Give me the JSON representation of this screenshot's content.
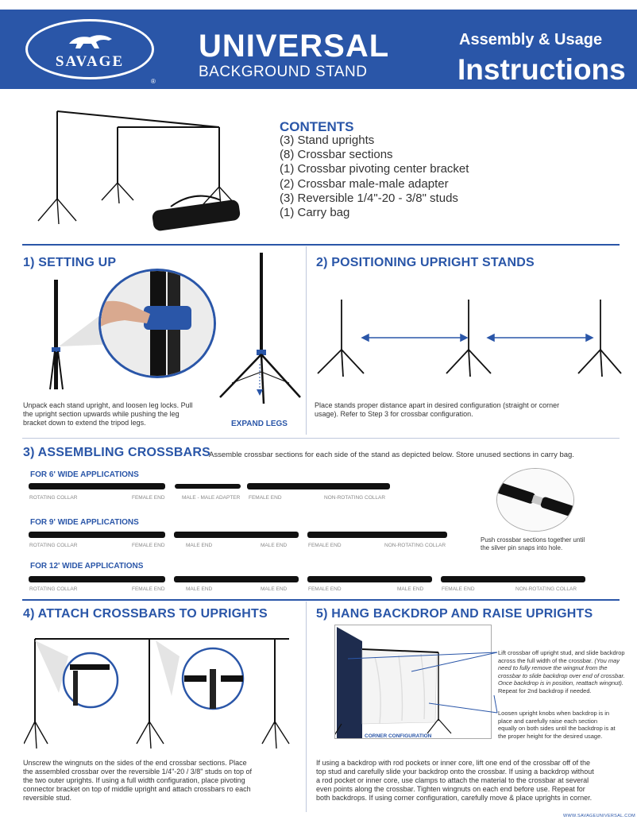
{
  "header": {
    "logo_text": "SAVAGE",
    "registered": "®",
    "title": "UNIVERSAL",
    "subtitle": "BACKGROUND STAND",
    "assembly": "Assembly & Usage",
    "instructions": "Instructions"
  },
  "contents": {
    "title": "CONTENTS",
    "items": [
      "(3) Stand uprights",
      "(8) Crossbar sections",
      "(1) Crossbar pivoting center bracket",
      "(2) Crossbar male-male adapter",
      "(3) Reversible 1/4\"-20 - 3/8\" studs",
      "(1) Carry bag"
    ]
  },
  "step1": {
    "heading": "1) SETTING UP",
    "text": "Unpack each stand upright, and loosen leg locks. Pull the upright section upwards while pushing the leg bracket down to extend the tripod legs.",
    "expand_label": "EXPAND LEGS"
  },
  "step2": {
    "heading": "2) POSITIONING UPRIGHT STANDS",
    "text": "Place stands proper distance apart in desired configuration (straight or corner usage). Refer to Step 3 for crossbar configuration."
  },
  "step3": {
    "heading": "3) ASSEMBLING CROSSBARS",
    "intro": "Assemble crossbar sections for each side of the stand as depicted below. Store unused sections in carry bag.",
    "six_title": "FOR 6' WIDE APPLICATIONS",
    "six_labels": [
      "ROTATING COLLAR",
      "FEMALE END",
      "MALE - MALE ADAPTER",
      "FEMALE END",
      "NON-ROTATING COLLAR"
    ],
    "nine_title": "FOR 9' WIDE APPLICATIONS",
    "nine_labels": [
      "ROTATING COLLAR",
      "FEMALE END",
      "MALE END",
      "MALE END",
      "FEMALE END",
      "NON-ROTATING COLLAR"
    ],
    "twelve_title": "FOR 12' WIDE APPLICATIONS",
    "twelve_labels": [
      "ROTATING COLLAR",
      "FEMALE END",
      "MALE END",
      "MALE END",
      "FEMALE END",
      "MALE END",
      "FEMALE END",
      "NON-ROTATING COLLAR"
    ],
    "push_text": "Push crossbar sections together until the silver pin snaps into hole."
  },
  "step4": {
    "heading": "4) ATTACH CROSSBARS TO UPRIGHTS",
    "text": "Unscrew the wingnuts on the sides of the end crossbar sections. Place the assembled crossbar over the reversible 1/4\"-20 / 3/8\" studs on top of the two outer uprights. If using a full width configuration, place pivoting connector bracket on top of middle upright and attach crossbars ro each reversible stud."
  },
  "step5": {
    "heading": "5) HANG BACKDROP AND RAISE UPRIGHTS",
    "note1_a": "Lift crossbar off upright stud, and slide backdrop across the full width of the crossbar.",
    "note1_b": "(You may need to fully remove the wingnut from the crossbar to slide backdrop over end of crossbar. Once backdrop is in position, reattach wingnut).",
    "note1_c": "Repeat for 2nd backdrop if needed.",
    "note2": "Loosen upright knobs when backdrop is in place and carefully raise each section equally on both sides until the backdrop is at the proper height for the desired usage.",
    "corner_label": "CORNER CONFIGURATION",
    "text": "If using a backdrop with rod pockets or inner core, lift one end of the crossbar off of the top stud and carefully slide your backdrop onto the crossbar. If using a backdrop without a rod pocket or inner core, use clamps to attach the material to the crossbar at several even points along the crossbar. Tighten wingnuts on each end before use. Repeat for both backdrops. If using corner configuration, carefully move & place uprights in corner."
  },
  "footer": {
    "website": "WWW.SAVAGEUNIVERSAL.COM"
  },
  "colors": {
    "brand_blue": "#2a56a8"
  }
}
